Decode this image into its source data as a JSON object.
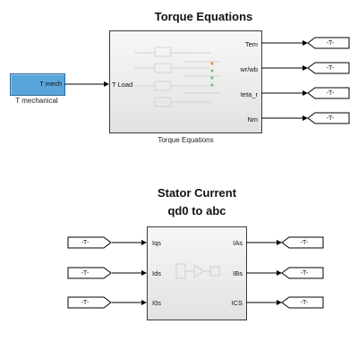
{
  "torque_section": {
    "title": "Torque Equations",
    "source_block": {
      "label_inside": "T mech",
      "caption": "T mechanical"
    },
    "subsystem": {
      "input_ports": [
        "T Load"
      ],
      "output_ports": [
        "Tem",
        "wr/wb",
        "teta_r",
        "Nm"
      ],
      "caption": "Torque Equations"
    },
    "goto_tags": [
      "-T-",
      "-T-",
      "-T-",
      "-T-"
    ]
  },
  "stator_section": {
    "title_line1": "Stator Current",
    "title_line2": "qd0 to abc",
    "from_tags": [
      "-T-",
      "-T-",
      "-T-"
    ],
    "subsystem": {
      "input_ports": [
        "Iqs",
        "Ids",
        "I0s"
      ],
      "output_ports": [
        "IAs",
        "IBs",
        "ICS"
      ]
    },
    "goto_tags": [
      "-T-",
      "-T-",
      "-T-"
    ]
  },
  "colors": {
    "source_block_fill": "#5aa6dc",
    "line": "#000000",
    "subsystem_border": "#3a3a3a"
  }
}
